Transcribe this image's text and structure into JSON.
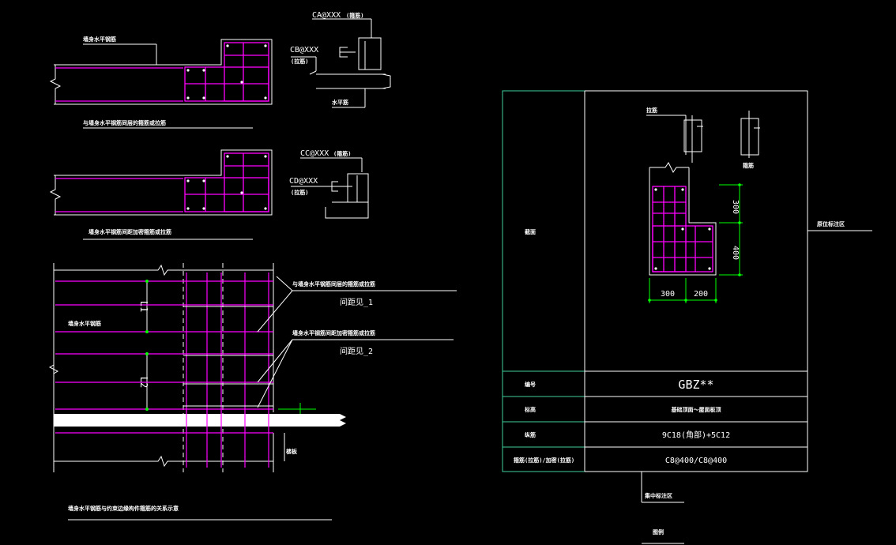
{
  "colors": {
    "background": "#000000",
    "line": "#ffffff",
    "rebar": "#ff00ff",
    "dimension": "#00ff00",
    "table_border": "#3fd09a"
  },
  "detail_a": {
    "leader_label": "墙身水平钢筋",
    "note": "与墙身水平钢筋同层的箍筋或拉筋",
    "callout_top": "CA@XXX",
    "callout_top_tag": "(箍筋)",
    "callout_mid": "CB@XXX",
    "callout_mid_tag": "(拉筋)",
    "callout_bottom_tag": "水平筋"
  },
  "detail_b": {
    "note": "墙身水平钢筋间距加密箍筋或拉筋",
    "callout_top": "CC@XXX",
    "callout_top_tag": "(箍筋)",
    "callout_mid": "CD@XXX",
    "callout_mid_tag": "(拉筋)"
  },
  "detail_c": {
    "leader_label": "墙身水平钢筋",
    "dim_l1": "L1",
    "dim_l2": "L2",
    "note_1": "与墙身水平钢筋同层的箍筋或拉筋",
    "spacing_1": "间距见_1",
    "note_2": "墙身水平钢筋间距加密箍筋或拉筋",
    "spacing_2": "间距见_2",
    "slab_label": "楼板",
    "caption": "墙身水平钢筋与约束边缘构件箍筋的关系示意"
  },
  "table": {
    "tie_label_1": "拉筋",
    "tie_label_2": "箍筋",
    "section_row_label": "截面",
    "dim_300_v": "300",
    "dim_400_v": "400",
    "dim_300_h": "300",
    "dim_200_h": "200",
    "rows": [
      {
        "label": "编号",
        "value": "GBZ**"
      },
      {
        "label": "标高",
        "value": "基础顶面～屋面板顶"
      },
      {
        "label": "纵筋",
        "value": "9C18(角部)+5C12"
      },
      {
        "label": "箍筋(拉筋)/加密(拉筋)",
        "value": "C8@400/C8@400"
      }
    ],
    "side_label": "原位标注区",
    "bottom_label": "集中标注区",
    "footer": "图例"
  }
}
